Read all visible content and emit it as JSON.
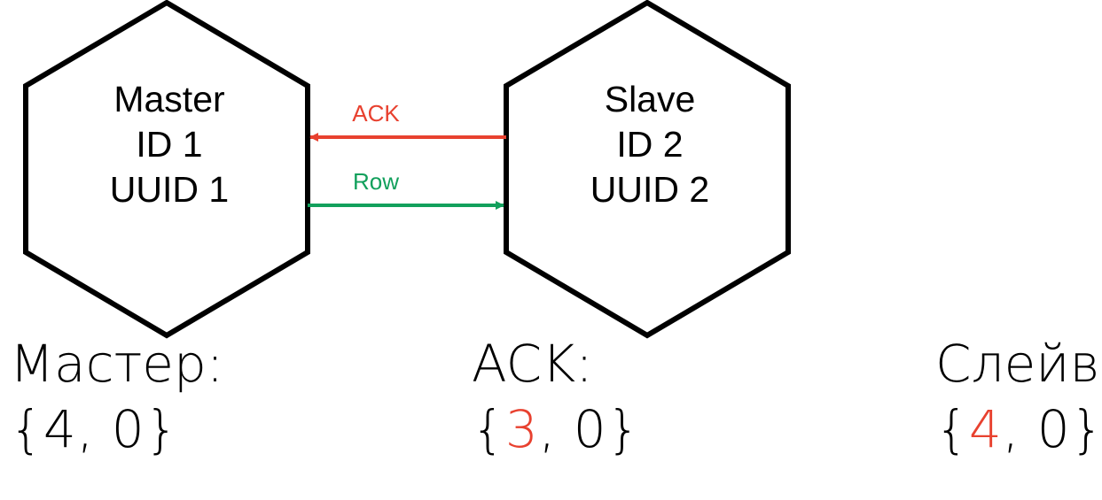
{
  "colors": {
    "outline": "#000000",
    "ack": "#e8412f",
    "row": "#12a05c",
    "highlight": "#e8412f"
  },
  "nodes": {
    "master": {
      "line1": "Master",
      "line2": "ID 1",
      "line3": "UUID 1"
    },
    "slave": {
      "line1": "Slave",
      "line2": "ID 2",
      "line3": "UUID 2"
    }
  },
  "arrows": {
    "ack": {
      "label": "ACK",
      "direction": "slave-to-master"
    },
    "row": {
      "label": "Row",
      "direction": "master-to-slave"
    }
  },
  "captions": {
    "master": {
      "title": "Мастер:",
      "open": "{",
      "a": "4",
      "sep": ", ",
      "b": "0",
      "close": "}",
      "highlight": false
    },
    "ack": {
      "title": "ACK:",
      "open": "{",
      "a": "3",
      "sep": ", ",
      "b": "0",
      "close": "}",
      "highlight": true
    },
    "slave": {
      "title": "Слейв:",
      "open": "{",
      "a": "4",
      "sep": ", ",
      "b": "0",
      "close": "}",
      "highlight": true
    }
  }
}
